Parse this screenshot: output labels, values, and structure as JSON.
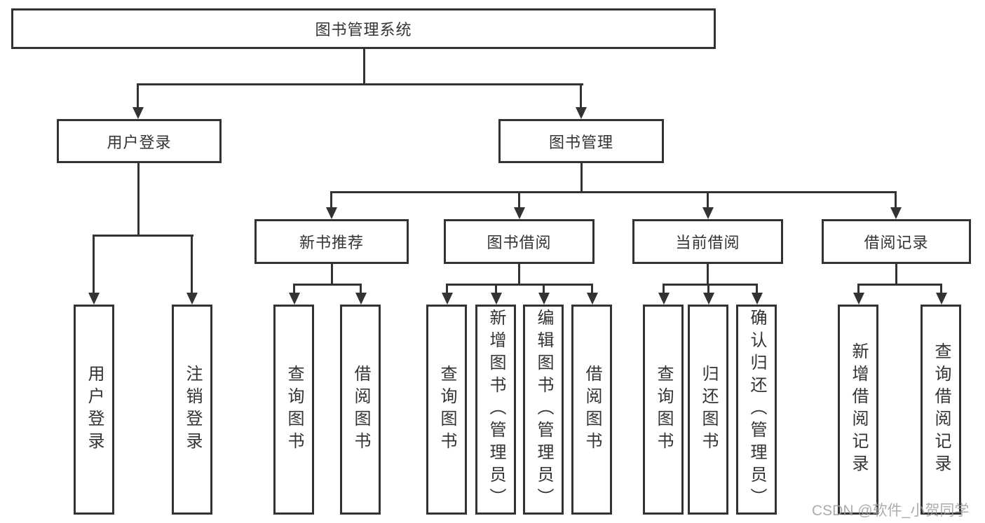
{
  "diagram": {
    "tree": {
      "label": "图书管理系统",
      "children": [
        {
          "label": "用户登录",
          "children": [
            {
              "label": "用户登录"
            },
            {
              "label": "注销登录"
            }
          ]
        },
        {
          "label": "图书管理",
          "children": [
            {
              "label": "新书推荐",
              "children": [
                {
                  "label": "查询图书"
                },
                {
                  "label": "借阅图书"
                }
              ]
            },
            {
              "label": "图书借阅",
              "children": [
                {
                  "label": "查询图书"
                },
                {
                  "label": "新增图书（管理员）"
                },
                {
                  "label": "编辑图书（管理员）"
                },
                {
                  "label": "借阅图书"
                }
              ]
            },
            {
              "label": "当前借阅",
              "children": [
                {
                  "label": "查询图书"
                },
                {
                  "label": "归还图书"
                },
                {
                  "label": "确认归还（管理员）"
                }
              ]
            },
            {
              "label": "借阅记录",
              "children": [
                {
                  "label": "新增借阅记录"
                },
                {
                  "label": "查询借阅记录"
                }
              ]
            }
          ]
        }
      ]
    },
    "watermark": {
      "text": "CSDN @软件_小贺同学"
    },
    "colors": {
      "line": "#333333",
      "text": "#333333",
      "background": "#ffffff",
      "watermark": "#9e9e9e"
    }
  }
}
